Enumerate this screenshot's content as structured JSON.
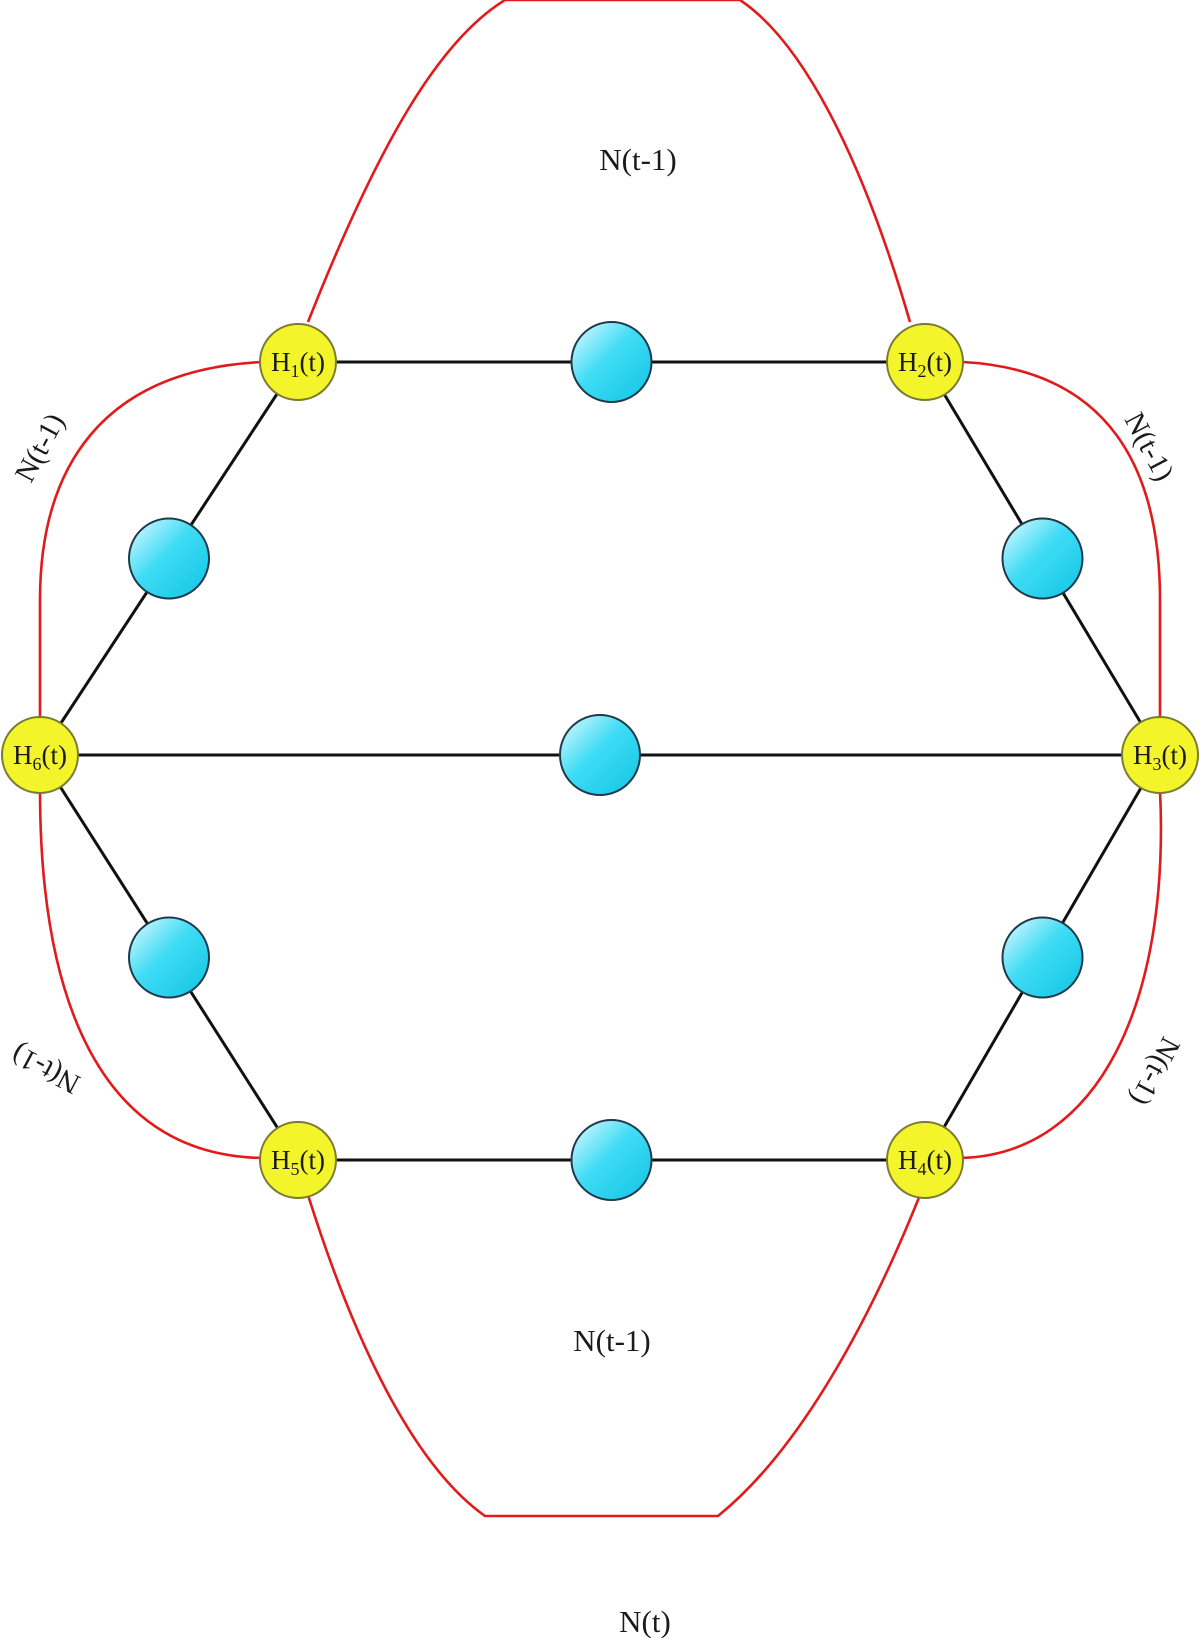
{
  "hubs": [
    {
      "id": "H1",
      "base": "H",
      "sub": "1",
      "arg": "(t)"
    },
    {
      "id": "H2",
      "base": "H",
      "sub": "2",
      "arg": "(t)"
    },
    {
      "id": "H3",
      "base": "H",
      "sub": "3",
      "arg": "(t)"
    },
    {
      "id": "H4",
      "base": "H",
      "sub": "4",
      "arg": "(t)"
    },
    {
      "id": "H5",
      "base": "H",
      "sub": "5",
      "arg": "(t)"
    },
    {
      "id": "H6",
      "base": "H",
      "sub": "6",
      "arg": "(t)"
    }
  ],
  "edges": [
    [
      "H1",
      "H2"
    ],
    [
      "H2",
      "H3"
    ],
    [
      "H3",
      "H4"
    ],
    [
      "H4",
      "H5"
    ],
    [
      "H5",
      "H6"
    ],
    [
      "H6",
      "H1"
    ],
    [
      "H6",
      "H3"
    ]
  ],
  "region_labels": {
    "top": "N(t-1)",
    "bottom": "N(t-1)",
    "upper_left": "N(t-1)",
    "upper_right": "N(t-1)",
    "lower_left": "N(t-1)",
    "lower_right": "N(t-1)"
  },
  "caption": "N(t)",
  "colors": {
    "hub_fill": "#f3f52a",
    "mid_node_fill": "#22d3f0",
    "boundary": "#e11b1b",
    "edge": "#111111"
  }
}
